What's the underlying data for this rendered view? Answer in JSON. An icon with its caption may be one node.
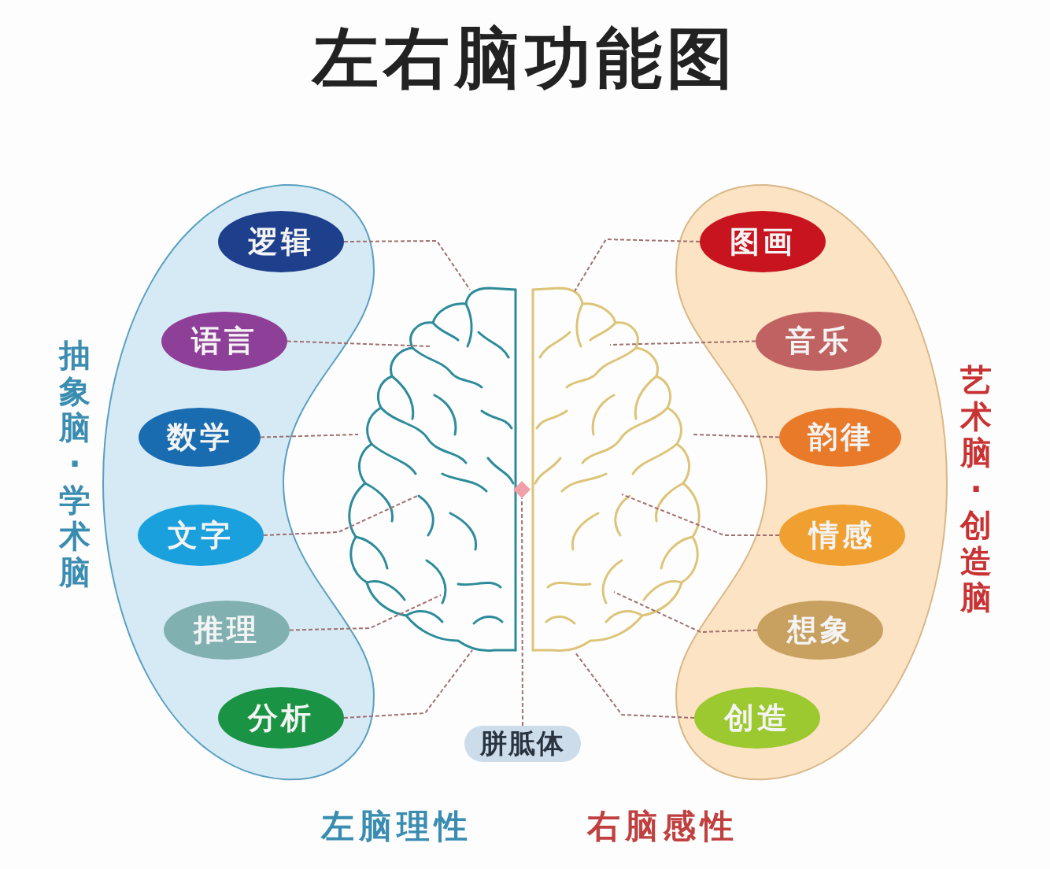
{
  "diagram": {
    "title": "左右脑功能图",
    "nodes": [
      {
        "text": [],
        "shape": "band"
      },
      {
        "text": [
          "逻辑"
        ],
        "in": 0
      },
      {
        "text": [
          "语言"
        ],
        "in": 0
      },
      {
        "text": [
          "数学"
        ],
        "in": 0
      },
      {
        "text": [
          "文字"
        ],
        "in": 0
      },
      {
        "text": [
          "推理"
        ],
        "in": 0
      },
      {
        "text": [
          "分析"
        ],
        "in": 0
      },
      {
        "text": [],
        "shape": "band"
      },
      {
        "text": [
          "图画"
        ],
        "in": 7
      },
      {
        "text": [
          "音乐"
        ],
        "in": 7
      },
      {
        "text": [
          "韵律"
        ],
        "in": 7
      },
      {
        "text": [
          "情感"
        ],
        "in": 7
      },
      {
        "text": [
          "想象"
        ],
        "in": 7
      },
      {
        "text": [
          "创造"
        ],
        "in": 7
      },
      {
        "text": [],
        "shape": "picture"
      },
      {
        "text": [],
        "shape": "picture"
      },
      {
        "text": [],
        "shape": "diamond"
      },
      {
        "text": [
          "胼胝体"
        ]
      }
    ],
    "edges": [
      {
        "from": 1,
        "to": 14,
        "arrow": "none",
        "style": "dashed"
      },
      {
        "from": 2,
        "to": 14,
        "arrow": "none",
        "style": "dashed"
      },
      {
        "from": 3,
        "to": 14,
        "arrow": "none",
        "style": "dashed"
      },
      {
        "from": 4,
        "to": 14,
        "arrow": "none",
        "style": "dashed"
      },
      {
        "from": 5,
        "to": 14,
        "arrow": "none",
        "style": "dashed"
      },
      {
        "from": 6,
        "to": 14,
        "arrow": "none",
        "style": "dashed"
      },
      {
        "from": 8,
        "to": 15,
        "arrow": "none",
        "style": "dashed"
      },
      {
        "from": 9,
        "to": 15,
        "arrow": "none",
        "style": "dashed"
      },
      {
        "from": 10,
        "to": 15,
        "arrow": "none",
        "style": "dashed"
      },
      {
        "from": 11,
        "to": 15,
        "arrow": "none",
        "style": "dashed"
      },
      {
        "from": 12,
        "to": 15,
        "arrow": "none",
        "style": "dashed"
      },
      {
        "from": 13,
        "to": 15,
        "arrow": "none",
        "style": "dashed"
      },
      {
        "from": 17,
        "to": 16,
        "arrow": "none",
        "style": "dashed"
      }
    ],
    "labels": [
      "抽象脑·学术脑",
      "艺术脑·创造脑",
      "左脑理性",
      "右脑感性"
    ]
  }
}
